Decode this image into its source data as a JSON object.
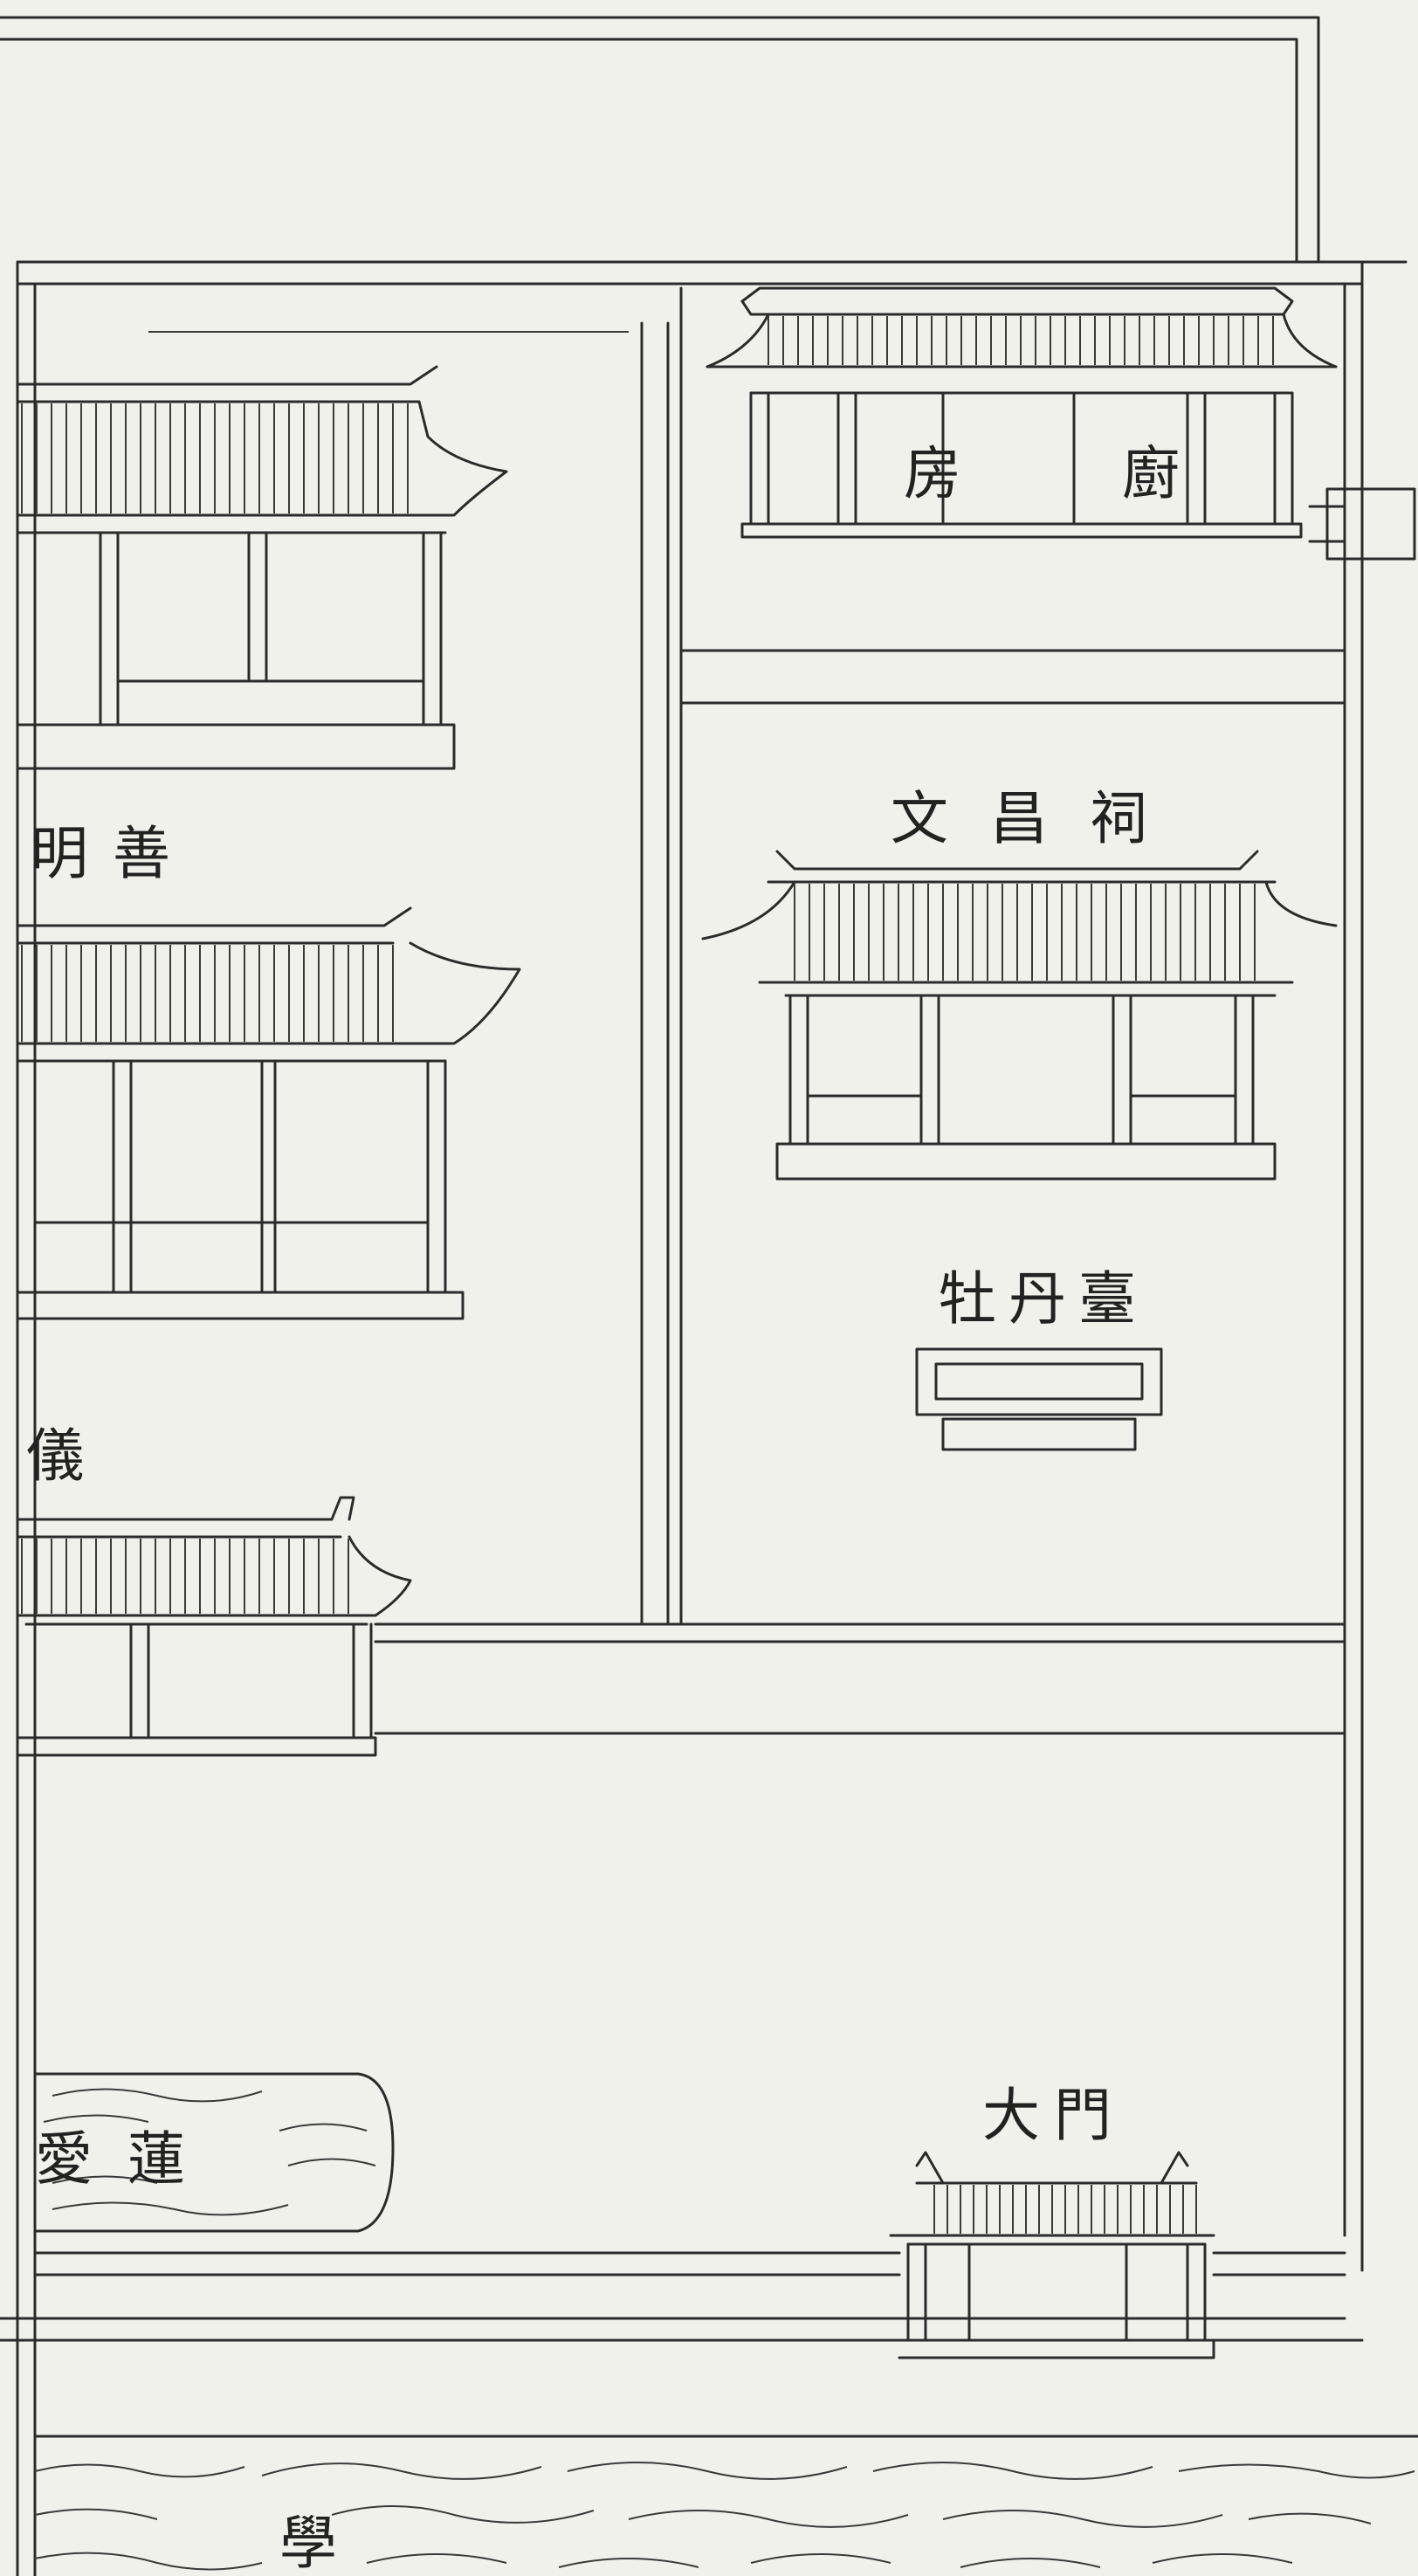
{
  "labels": {
    "kitchen_left": "房",
    "kitchen_right": "廚",
    "wenchang_temple": "文昌祠",
    "mingshan": "明善",
    "peony_terrace": "牡丹臺",
    "yi": "儀",
    "ailian_pond": "愛蓮",
    "main_gate": "大門",
    "xue": "學"
  },
  "colors": {
    "paper": "#f1f1ec",
    "ink": "#2b2b2b"
  }
}
